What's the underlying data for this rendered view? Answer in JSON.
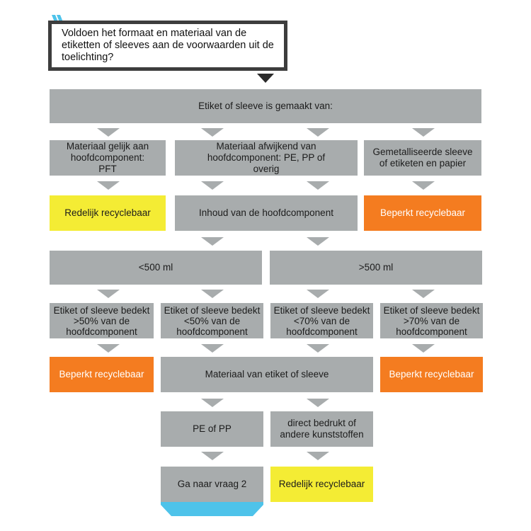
{
  "question": "Voldoen het formaat en materiaal van de etiketten of sleeves aan de voorwaarden uit de toelichting?",
  "top_box": "Etiket of sleeve is gemaakt van:",
  "material_options": [
    "Materiaal gelijk aan hoofdcomponent: PFT",
    "Materiaal afwijkend van hoofdcomponent: PE, PP of overig",
    "Gemetalliseerde sleeve of etiketen en papier"
  ],
  "result_recyclable_1": "Redelijk recyclebaar",
  "content_box": "Inhoud van de hoofdcomponent",
  "result_limited_1": "Beperkt recyclebaar",
  "volume_small": "<500 ml",
  "volume_large": ">500 ml",
  "coverage": [
    "Etiket of sleeve bedekt >50% van de hoofdcomponent",
    "Etiket of sleeve bedekt <50% van de hoofdcomponent",
    "Etiket of sleeve bedekt <70% van de hoofdcomponent",
    "Etiket of sleeve bedekt >70% van de hoofdcomponent"
  ],
  "result_limited_2": "Beperkt recyclebaar",
  "label_material_box": "Materiaal van etiket of sleeve",
  "result_limited_3": "Beperkt recyclebaar",
  "pe_pp": "PE of PP",
  "direct_print": "direct bedrukt of andere kunststoffen",
  "next_step": "Ga naar vraag 2",
  "result_recyclable_2": "Redelijk recyclebaar",
  "colors": {
    "gray": "#a8acad",
    "yellow": "#f4ec34",
    "orange": "#f47c20",
    "cyan": "#4ec3ea",
    "dark": "#3d3d3d"
  }
}
